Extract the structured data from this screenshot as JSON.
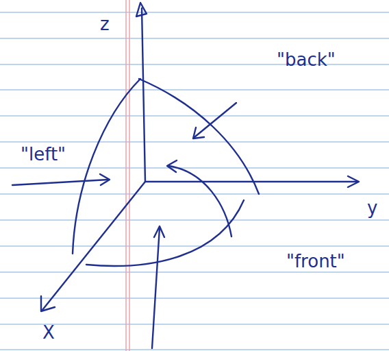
{
  "diagram": {
    "labels": [
      "z",
      "\"back\"",
      "\"left\"",
      "y",
      "\"front\"",
      "X"
    ]
  }
}
